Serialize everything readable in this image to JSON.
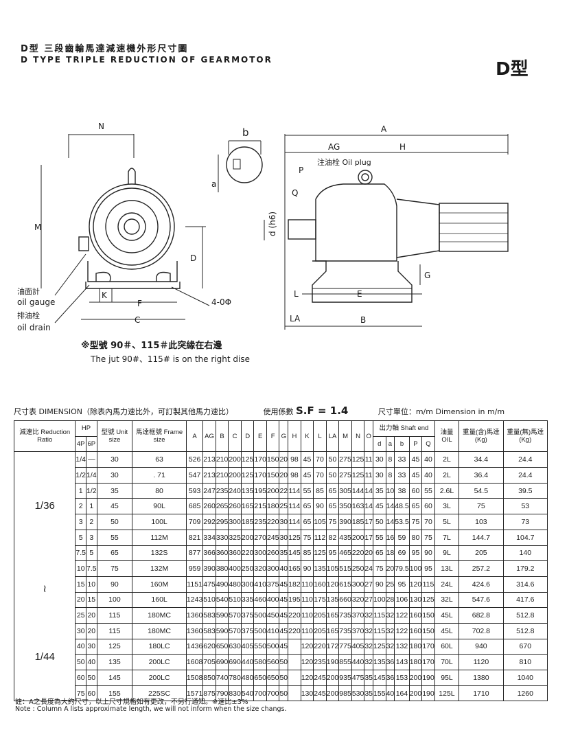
{
  "header": {
    "title_cn": "D型 三段齒輪馬達減速機外形尺寸圖",
    "title_en": "D TYPE TRIPLE REDUCTION OF GEARMOTOR",
    "model_badge": "D型"
  },
  "drawing_labels": {
    "N": "N",
    "b": "b",
    "a": "a",
    "M": "M",
    "D": "D",
    "K": "K",
    "F": "F",
    "C": "C",
    "holes": "4-0Φ",
    "oil_gauge_cn": "油面計",
    "oil_gauge_en": "oil gauge",
    "oil_drain_cn": "排油栓",
    "oil_drain_en": "oil drain",
    "A": "A",
    "AG": "AG",
    "H": "H",
    "P": "P",
    "Q": "Q",
    "oil_plug": "注油栓 Oil plug",
    "d_h6": "d (h6)",
    "G": "G",
    "L": "L",
    "E": "E",
    "LA": "LA",
    "B": "B"
  },
  "notes": {
    "jut_cn": "※型號 90＃、115＃此突緣在右邊",
    "jut_en": "The jut 90#、115# is on the right dise",
    "footnote_cn": "註：A之長度為大約尺寸，以上尺寸規格如有更改，不另行通知。※速比±3%",
    "footnote_en": "Note : Column A lists approximate length, we will not inform when the size changs."
  },
  "table_header": {
    "title": "尺寸表 DIMENSION（除表內馬力速比外，可訂製其他馬力速比）",
    "sf_label": "使用係數",
    "sf_value": "S.F = 1.4",
    "unit": "尺寸單位：m/m Dimension in m/m"
  },
  "table": {
    "col_ratio": "減速比 Reduction Ratio",
    "col_hp": "HP",
    "col_4p": "4P",
    "col_6p": "6P",
    "col_unit": "型號 Unit size",
    "col_frame": "馬達框號 Frame size",
    "col_dims": [
      "A",
      "AG",
      "B",
      "C",
      "D",
      "E",
      "F",
      "G",
      "H",
      "K",
      "L",
      "LA",
      "M",
      "N",
      "O"
    ],
    "col_shaft": "出力軸 Shaft end",
    "col_shaft_dims": [
      "d",
      "a",
      "b",
      "P",
      "Q"
    ],
    "col_oil": "油量 OIL",
    "col_w_with": "重量(含)馬達(Kg)",
    "col_w_without": "重量(無)馬達(Kg)",
    "ratio_top": "1/36",
    "ratio_mid": "≀",
    "ratio_bottom": "1/44",
    "rows": [
      [
        "1/4",
        "—",
        "30",
        "63",
        "526",
        "213",
        "210",
        "200",
        "125",
        "170",
        "150",
        "20",
        "98",
        "45",
        "70",
        "50",
        "275",
        "125",
        "11",
        "30",
        "8",
        "33",
        "45",
        "40",
        "2L",
        "34.4",
        "24.4"
      ],
      [
        "1/2",
        "1/4",
        "30",
        ". 71",
        "547",
        "213",
        "210",
        "200",
        "125",
        "170",
        "150",
        "20",
        "98",
        "45",
        "70",
        "50",
        "275",
        "125",
        "11",
        "30",
        "8",
        "33",
        "45",
        "40",
        "2L",
        "36.4",
        "24.4"
      ],
      [
        "1",
        "1/2",
        "35",
        "80",
        "593",
        "247",
        "235",
        "240",
        "135",
        "195",
        "200",
        "22",
        "114",
        "55",
        "85",
        "65",
        "305",
        "144",
        "14",
        "35",
        "10",
        "38",
        "60",
        "55",
        "2.6L",
        "54.5",
        "39.5"
      ],
      [
        "2",
        "1",
        "45",
        "90L",
        "685",
        "260",
        "265",
        "260",
        "165",
        "215",
        "180",
        "25",
        "114",
        "65",
        "90",
        "65",
        "350",
        "163",
        "14",
        "45",
        "14",
        "48.5",
        "65",
        "60",
        "3L",
        "75",
        "53"
      ],
      [
        "3",
        "2",
        "50",
        "100L",
        "709",
        "292",
        "295",
        "300",
        "185",
        "235",
        "220",
        "30",
        "114",
        "65",
        "105",
        "75",
        "390",
        "185",
        "17",
        "50",
        "14",
        "53.5",
        "75",
        "70",
        "5L",
        "103",
        "73"
      ],
      [
        "5",
        "3",
        "55",
        "112M",
        "821",
        "334",
        "330",
        "325",
        "200",
        "270",
        "245",
        "30",
        "125",
        "75",
        "112",
        "82",
        "435",
        "200",
        "17",
        "55",
        "16",
        "59",
        "80",
        "75",
        "7L",
        "144.7",
        "104.7"
      ],
      [
        "7.5",
        "5",
        "65",
        "132S",
        "877",
        "366",
        "360",
        "360",
        "220",
        "300",
        "260",
        "35",
        "145",
        "85",
        "125",
        "95",
        "465",
        "220",
        "20",
        "65",
        "18",
        "69",
        "95",
        "90",
        "9L",
        "205",
        "140"
      ],
      [
        "10",
        "7.5",
        "75",
        "132M",
        "959",
        "390",
        "380",
        "400",
        "250",
        "320",
        "300",
        "40",
        "165",
        "90",
        "135",
        "105",
        "515",
        "250",
        "24",
        "75",
        "20",
        "79.5",
        "100",
        "95",
        "13L",
        "257.2",
        "179.2"
      ],
      [
        "15",
        "10",
        "90",
        "160M",
        "1151",
        "475",
        "490",
        "480",
        "300",
        "410",
        "375",
        "45",
        "182",
        "110",
        "160",
        "120",
        "615",
        "300",
        "27",
        "90",
        "25",
        "95",
        "120",
        "115",
        "24L",
        "424.6",
        "314.6"
      ],
      [
        "20",
        "15",
        "100",
        "160L",
        "1243",
        "510",
        "540",
        "510",
        "335",
        "460",
        "400",
        "45",
        "195",
        "110",
        "175",
        "135",
        "660",
        "320",
        "27",
        "100",
        "28",
        "106",
        "130",
        "125",
        "32L",
        "547.6",
        "417.6"
      ],
      [
        "25",
        "20",
        "115",
        "180MC",
        "1360",
        "583",
        "590",
        "570",
        "375",
        "500",
        "450",
        "45",
        "220",
        "110",
        "205",
        "165",
        "735",
        "370",
        "32",
        "115",
        "32",
        "122",
        "160",
        "150",
        "45L",
        "682.8",
        "512.8"
      ],
      [
        "30",
        "20",
        "115",
        "180MC",
        "1360",
        "583",
        "590",
        "570",
        "375",
        "500",
        "410",
        "45",
        "220",
        "110",
        "205",
        "165",
        "735",
        "370",
        "32",
        "115",
        "32",
        "122",
        "160",
        "150",
        "45L",
        "702.8",
        "512.8"
      ],
      [
        "40",
        "30",
        "125",
        "180LC",
        "1436",
        "620",
        "650",
        "630",
        "405",
        "550",
        "500",
        "45",
        "",
        "120",
        "220",
        "172",
        "775",
        "405",
        "32",
        "125",
        "32",
        "132",
        "180",
        "170",
        "60L",
        "940",
        "670"
      ],
      [
        "50",
        "40",
        "135",
        "200LC",
        "1608",
        "705",
        "690",
        "690",
        "440",
        "580",
        "560",
        "50",
        "",
        "120",
        "235",
        "190",
        "855",
        "440",
        "32",
        "135",
        "36",
        "143",
        "180",
        "170",
        "70L",
        "1120",
        "810"
      ],
      [
        "60",
        "50",
        "145",
        "200LC",
        "1508",
        "850",
        "740",
        "780",
        "480",
        "650",
        "650",
        "50",
        "",
        "120",
        "245",
        "200",
        "935",
        "475",
        "35",
        "145",
        "36",
        "153",
        "200",
        "190",
        "95L",
        "1380",
        "1040"
      ],
      [
        "75",
        "60",
        "155",
        "225SC",
        "1571",
        "875",
        "790",
        "830",
        "540",
        "700",
        "700",
        "50",
        "",
        "130",
        "245",
        "200",
        "985",
        "530",
        "35",
        "155",
        "40",
        "164",
        "200",
        "190",
        "125L",
        "1710",
        "1260"
      ]
    ]
  }
}
